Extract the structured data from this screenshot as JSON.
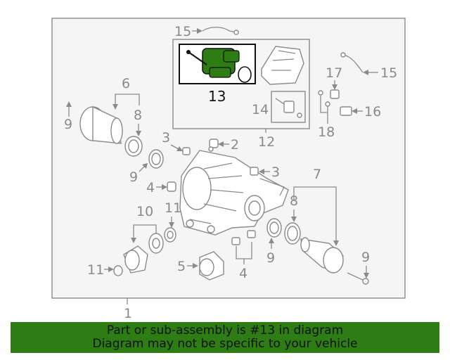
{
  "diagram": {
    "assembly_number": "1",
    "callouts": {
      "c15_top": "15",
      "c13": "13",
      "c14": "14",
      "c12": "12",
      "c17": "17",
      "c15_right": "15",
      "c16": "16",
      "c18": "18",
      "c6": "6",
      "c8_left": "8",
      "c9_left_top": "9",
      "c3_top": "3",
      "c2": "2",
      "c9_left_mid": "9",
      "c3_right": "3",
      "c4_left": "4",
      "c7": "7",
      "c8_right": "8",
      "c10": "10",
      "c11_top": "11",
      "c9_right_top": "9",
      "c9_right_bottom": "9",
      "c5": "5",
      "c4_bottom": "4",
      "c11_left": "11"
    },
    "highlight_color": "#2e7d14"
  },
  "banner": {
    "line1": "Part or sub-assembly is #13 in diagram",
    "line2": "Diagram may not be specific to your vehicle",
    "background": "#2e7d14"
  }
}
